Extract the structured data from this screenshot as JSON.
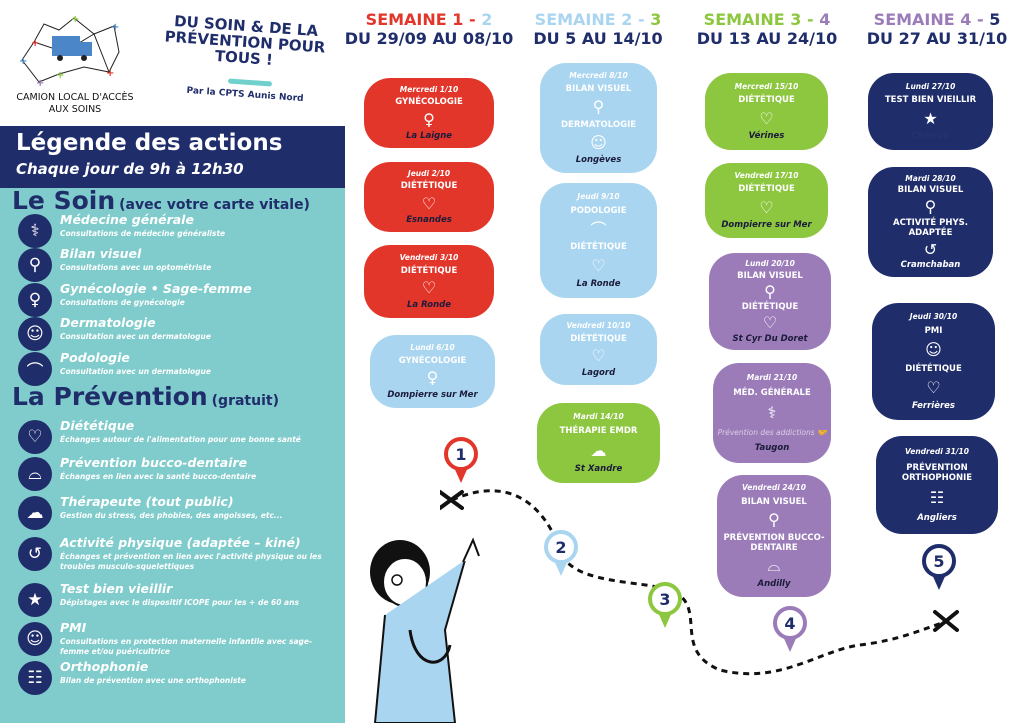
{
  "header": {
    "logo_text": "CAMION LOCAL D'ACCÈS AUX SOINS",
    "slogan": "DU SOIN & DE LA PRÉVENTION POUR TOUS !",
    "byline": "Par la CPTS Aunis Nord"
  },
  "legend": {
    "title": "Légende des actions",
    "hours": "Chaque jour de 9h à 12h30",
    "soin": {
      "title": "Le Soin",
      "note": "(avec votre carte vitale)",
      "items": [
        {
          "icon": "stethoscope",
          "title": "Médecine générale",
          "desc": "Consultations de médecine généraliste"
        },
        {
          "icon": "microscope",
          "title": "Bilan visuel",
          "desc": "Consultations avec un optométriste"
        },
        {
          "icon": "female-symbol",
          "title": "Gynécologie • Sage-femme",
          "desc": "Consultations de gynécologie"
        },
        {
          "icon": "dermatology",
          "title": "Dermatologie",
          "desc": "Consultation avec un dermatologue"
        },
        {
          "icon": "foot",
          "title": "Podologie",
          "desc": "Consultation avec un dermatologue"
        }
      ]
    },
    "prevention": {
      "title": "La Prévention",
      "note": "(gratuit)",
      "items": [
        {
          "icon": "heart-food",
          "title": "Diététique",
          "desc": "Échanges autour de l'alimentation pour une bonne santé"
        },
        {
          "icon": "tooth",
          "title": "Prévention bucco-dentaire",
          "desc": "Échanges en lien avec la santé bucco-dentaire"
        },
        {
          "icon": "sad-cloud",
          "title": "Thérapeute (tout public)",
          "desc": "Gestion du stress, des phobies, des angoisses, etc..."
        },
        {
          "icon": "muscle",
          "title": "Activité physique (adaptée – kiné)",
          "desc": "Échanges et prévention en lien avec l'activité physique ou les troubles musculo-squelettiques"
        },
        {
          "icon": "star",
          "title": "Test bien vieillir",
          "desc": "Dépistages avec le dispositif ICOPE pour les + de 60 ans"
        },
        {
          "icon": "mother-baby",
          "title": "PMI",
          "desc": "Consultations en protection maternelle infantile avec sage-femme et/ou puéricultrice"
        },
        {
          "icon": "clipboard",
          "title": "Orthophonie",
          "desc": "Bilan de prévention avec une orthophoniste"
        }
      ]
    }
  },
  "colors": {
    "navy": "#1f2d6b",
    "red": "#e3362b",
    "lightblue": "#a9d5f0",
    "green": "#8dc63f",
    "purple": "#9b7cb9",
    "teal": "#80cbcb"
  },
  "weeks": [
    {
      "label_a": "SEMAINE 1 - ",
      "label_b": "2",
      "color_a": "#e3362b",
      "color_b": "#a9d5f0",
      "dates": "DU 29/09 AU 08/10"
    },
    {
      "label_a": "SEMAINE 2 - ",
      "label_b": "3",
      "color_a": "#a9d5f0",
      "color_b": "#8dc63f",
      "dates": "DU 5 AU 14/10"
    },
    {
      "label_a": "SEMAINE 3 - ",
      "label_b": "4",
      "color_a": "#8dc63f",
      "color_b": "#9b7cb9",
      "dates": "DU 13 AU 24/10"
    },
    {
      "label_a": "SEMAINE 4 - ",
      "label_b": "5",
      "color_a": "#9b7cb9",
      "color_b": "#1f2d6b",
      "dates": "DU 27 AU 31/10"
    }
  ],
  "sessions": [
    {
      "day": "Mercredi 1/10",
      "color": "#e3362b",
      "acts": [
        {
          "label": "GYNÉCOLOGIE",
          "icon": "♀"
        }
      ],
      "place": "La Laigne"
    },
    {
      "day": "Jeudi 2/10",
      "color": "#e3362b",
      "acts": [
        {
          "label": "DIÉTÉTIQUE",
          "icon": "♡"
        }
      ],
      "place": "Esnandes"
    },
    {
      "day": "Vendredi 3/10",
      "color": "#e3362b",
      "acts": [
        {
          "label": "DIÉTÉTIQUE",
          "icon": "♡"
        }
      ],
      "place": "La Ronde"
    },
    {
      "day": "Lundi 6/10",
      "color": "#a9d5f0",
      "acts": [
        {
          "label": "GYNÉCOLOGIE",
          "icon": "♀"
        }
      ],
      "place": "Dompierre sur Mer"
    },
    {
      "day": "Mercredi 8/10",
      "color": "#a9d5f0",
      "acts": [
        {
          "label": "BILAN VISUEL",
          "icon": "⚲"
        },
        {
          "label": "DERMATOLOGIE",
          "icon": "☺"
        }
      ],
      "place": "Longèves"
    },
    {
      "day": "Jeudi 9/10",
      "color": "#a9d5f0",
      "acts": [
        {
          "label": "PODOLOGIE",
          "icon": "⌒"
        },
        {
          "label": "DIÉTÉTIQUE",
          "icon": "♡"
        }
      ],
      "place": "La Ronde"
    },
    {
      "day": "Vendredi 10/10",
      "color": "#a9d5f0",
      "acts": [
        {
          "label": "DIÉTÉTIQUE",
          "icon": "♡"
        }
      ],
      "place": "Lagord"
    },
    {
      "day": "Mardi 14/10",
      "color": "#8dc63f",
      "acts": [
        {
          "label": "THÉRAPIE EMDR",
          "icon": "☁"
        }
      ],
      "place": "St Xandre"
    },
    {
      "day": "Mercredi 15/10",
      "color": "#8dc63f",
      "acts": [
        {
          "label": "DIÉTÉTIQUE",
          "icon": "♡"
        }
      ],
      "place": "Vérines"
    },
    {
      "day": "Vendredi 17/10",
      "color": "#8dc63f",
      "acts": [
        {
          "label": "DIÉTÉTIQUE",
          "icon": "♡"
        }
      ],
      "place": "Dompierre sur Mer"
    },
    {
      "day": "Lundi 20/10",
      "color": "#9b7cb9",
      "acts": [
        {
          "label": "BILAN VISUEL",
          "icon": "⚲"
        },
        {
          "label": "DIÉTÉTIQUE",
          "icon": "♡"
        }
      ],
      "place": "St Cyr Du Doret"
    },
    {
      "day": "Mardi 21/10",
      "color": "#9b7cb9",
      "acts": [
        {
          "label": "MÉD. GÉNÉRALE",
          "icon": "⚕"
        }
      ],
      "note": "Prévention des addictions",
      "place": "Taugon"
    },
    {
      "day": "Vendredi 24/10",
      "color": "#9b7cb9",
      "acts": [
        {
          "label": "BILAN VISUEL",
          "icon": "⚲"
        },
        {
          "label": "PRÉVENTION BUCCO-DENTAIRE",
          "icon": "⌓"
        }
      ],
      "place": "Andilly"
    },
    {
      "day": "Lundi 27/10",
      "color": "#1f2d6b",
      "acts": [
        {
          "label": "TEST BIEN VIEILLIR",
          "icon": "★"
        }
      ],
      "place": "Charron"
    },
    {
      "day": "Mardi 28/10",
      "color": "#1f2d6b",
      "acts": [
        {
          "label": "BILAN VISUEL",
          "icon": "⚲"
        },
        {
          "label": "ACTIVITÉ PHYS. ADAPTÉE",
          "icon": "↺"
        }
      ],
      "place": "Cramchaban"
    },
    {
      "day": "Jeudi 30/10",
      "color": "#1f2d6b",
      "acts": [
        {
          "label": "PMI",
          "icon": "☺"
        },
        {
          "label": "DIÉTÉTIQUE",
          "icon": "♡"
        }
      ],
      "place": "Ferrières"
    },
    {
      "day": "Vendredi 31/10",
      "color": "#1f2d6b",
      "acts": [
        {
          "label": "PRÉVENTION ORTHOPHONIE",
          "icon": "☷"
        }
      ],
      "place": "Angliers"
    }
  ],
  "pins": [
    {
      "number": "1",
      "color": "#e3362b"
    },
    {
      "number": "2",
      "color": "#a9d5f0"
    },
    {
      "number": "3",
      "color": "#8dc63f"
    },
    {
      "number": "4",
      "color": "#9b7cb9"
    },
    {
      "number": "5",
      "color": "#1f2d6b"
    }
  ]
}
